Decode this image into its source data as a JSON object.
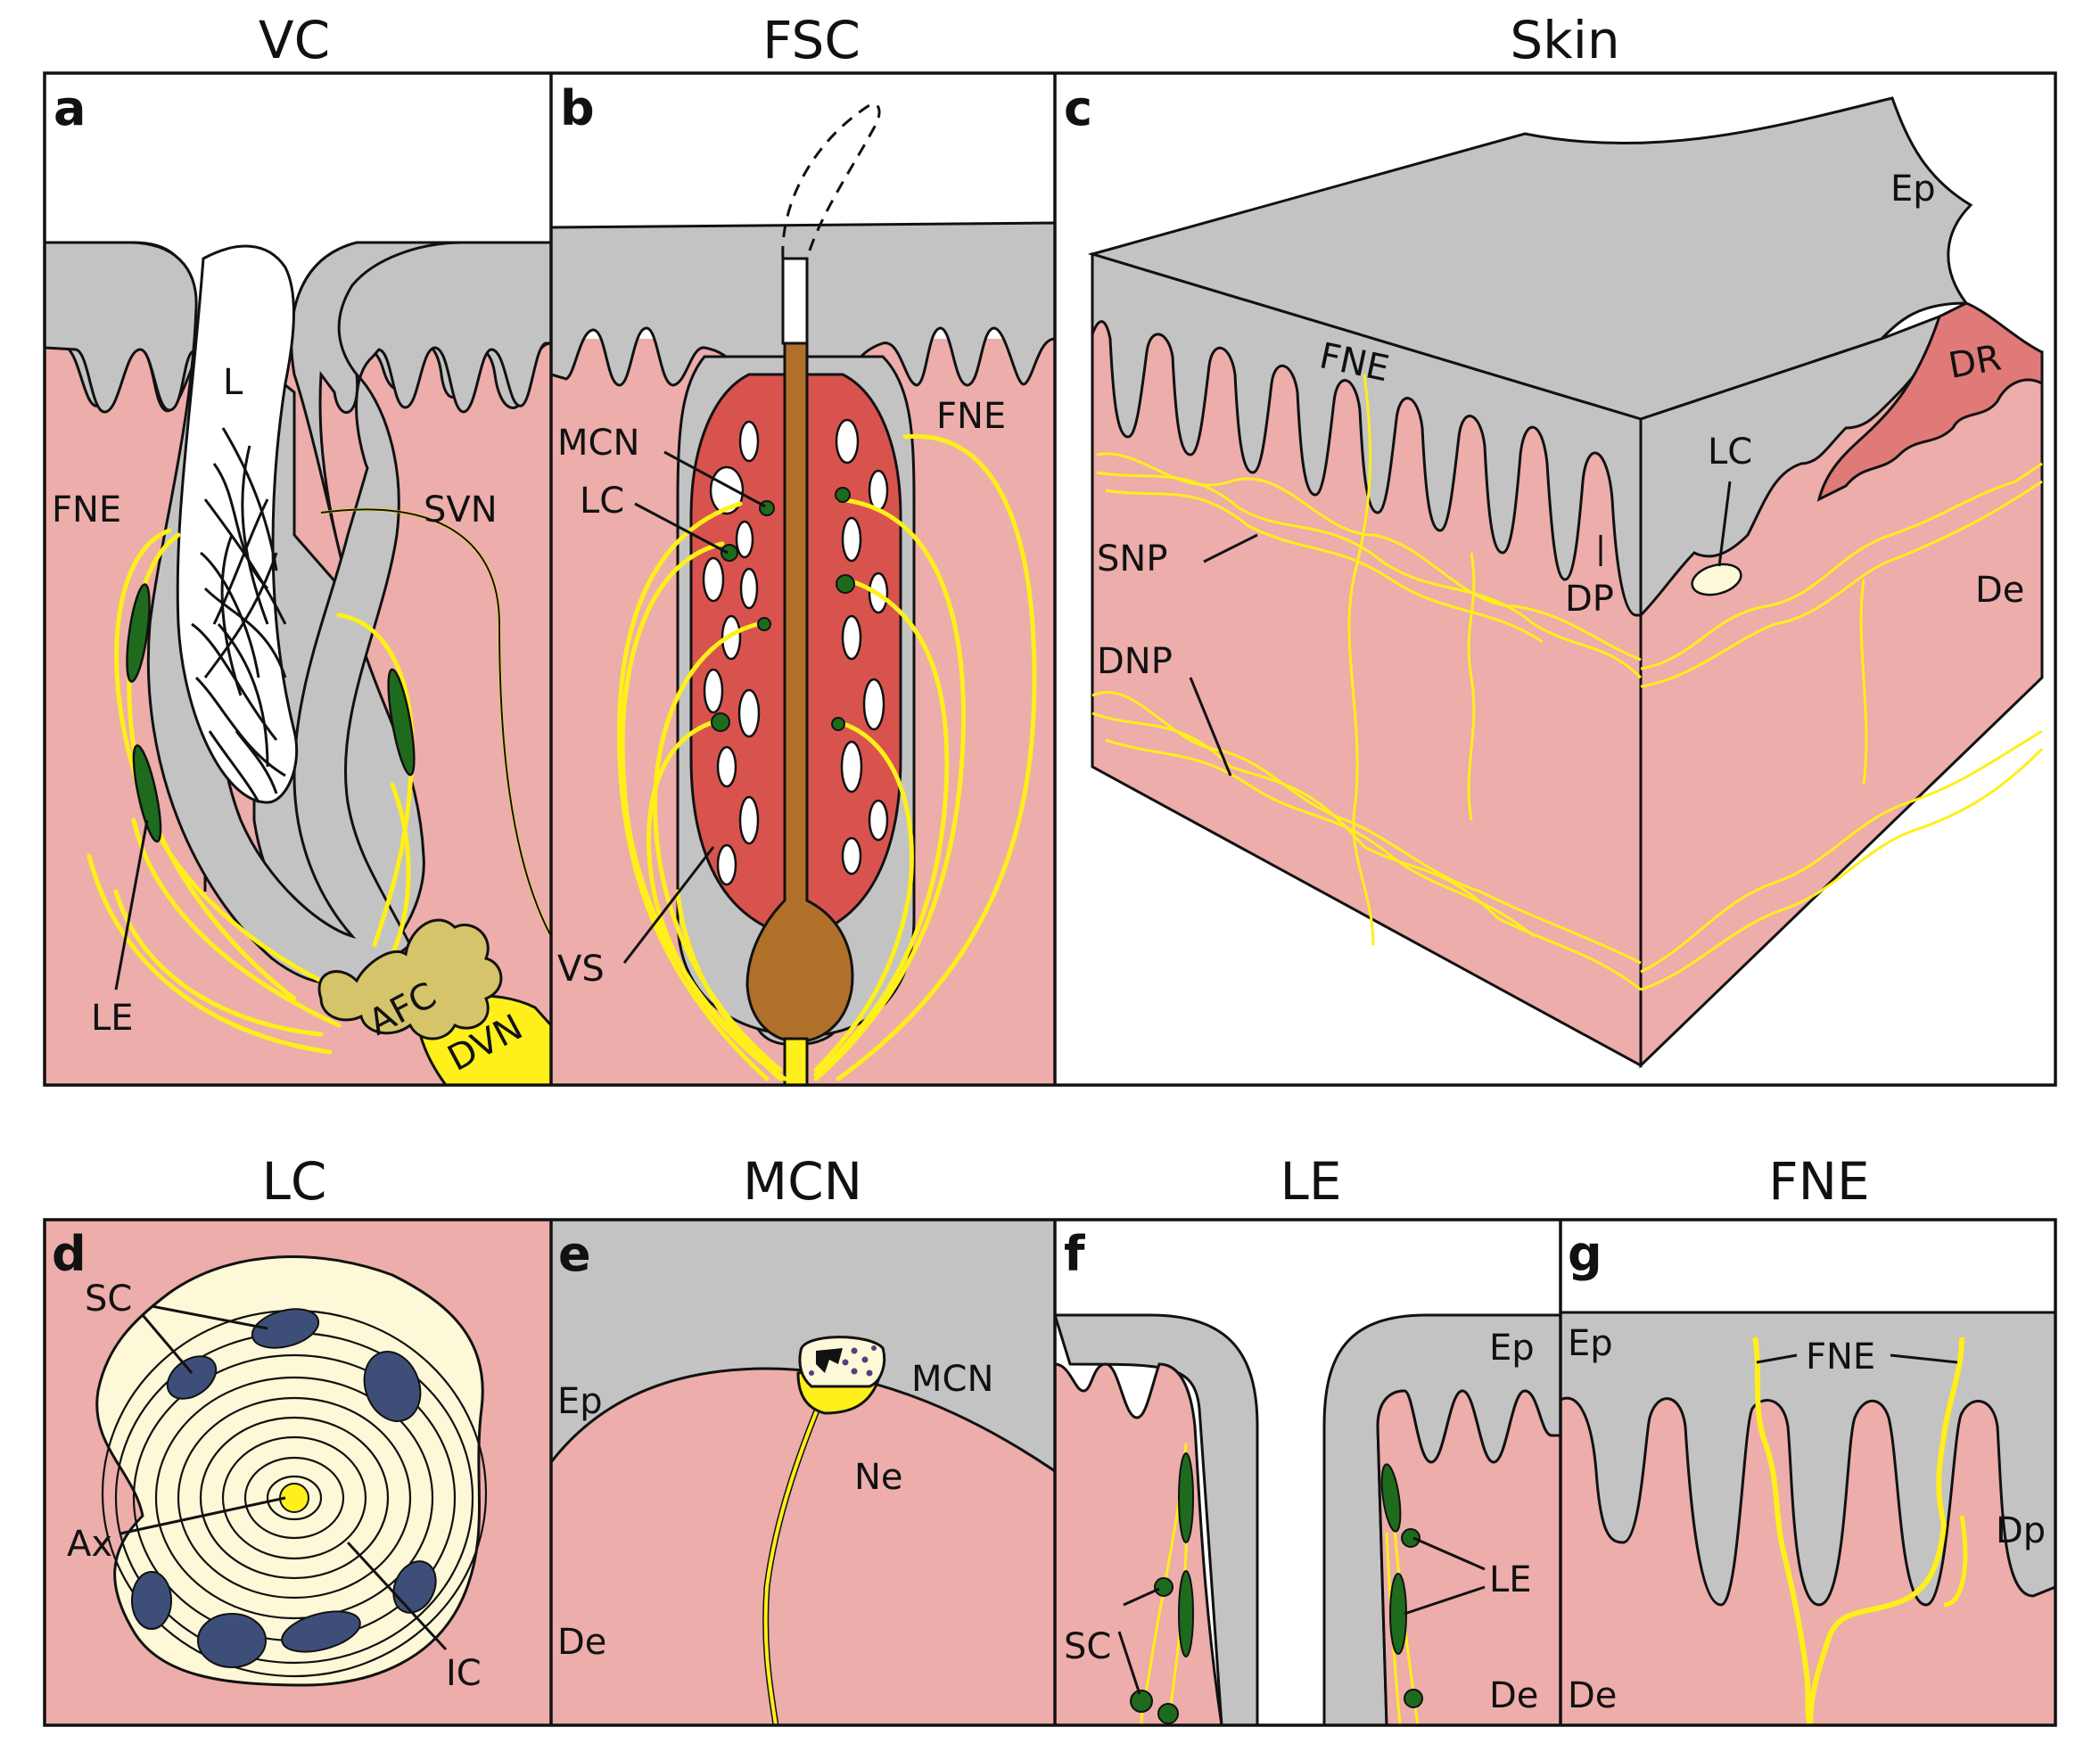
{
  "titles": {
    "a": "VC",
    "b": "FSC",
    "c": "Skin",
    "d": "LC",
    "e": "MCN",
    "f": "LE",
    "g": "FNE"
  },
  "panels": {
    "a": {
      "letter": "a",
      "labels": {
        "lumen": "L",
        "fne": "FNE",
        "svn": "SVN",
        "le": "LE",
        "afc": "AFC",
        "dvn": "DVN"
      }
    },
    "b": {
      "letter": "b",
      "labels": {
        "mcn": "MCN",
        "lc": "LC",
        "fne": "FNE",
        "vs": "VS"
      }
    },
    "c": {
      "letter": "c",
      "labels": {
        "ep": "Ep",
        "dr": "DR",
        "fne": "FNE",
        "lc": "LC",
        "snp": "SNP",
        "dp": "DP",
        "de": "De",
        "dnp": "DNP"
      }
    },
    "d": {
      "letter": "d",
      "labels": {
        "sc": "SC",
        "ax": "Ax",
        "ic": "IC"
      }
    },
    "e": {
      "letter": "e",
      "labels": {
        "ep": "Ep",
        "mcn": "MCN",
        "ne": "Ne",
        "de": "De"
      }
    },
    "f": {
      "letter": "f",
      "labels": {
        "ep": "Ep",
        "le": "LE",
        "sc": "SC",
        "de": "De"
      }
    },
    "g": {
      "letter": "g",
      "labels": {
        "ep": "Ep",
        "fne": "FNE",
        "dp": "Dp",
        "de": "De"
      }
    }
  },
  "colors": {
    "dermis": "#ecadab",
    "epidermis": "#c3c3c3",
    "nerve": "#ffef1a",
    "receptor_green": "#1e6b1e",
    "sinus_red": "#d9534e",
    "hair_brown": "#b0702a",
    "afc_tan": "#d6c46a",
    "capsule_cream": "#fcf8d8",
    "schwann_blue": "#3d4f78"
  }
}
